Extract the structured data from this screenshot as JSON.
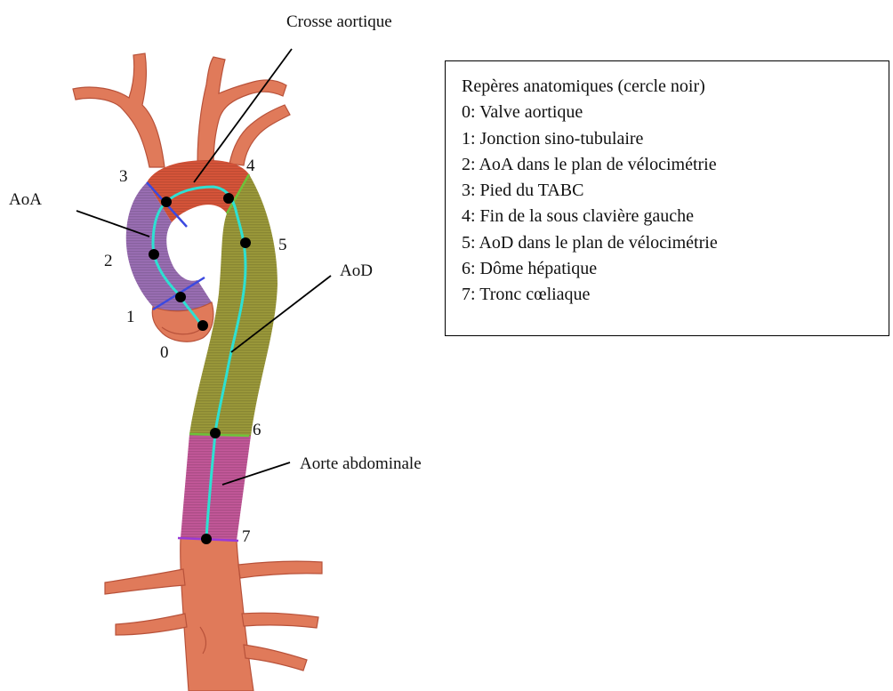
{
  "labels": {
    "crosse": "Crosse aortique",
    "aoa": "AoA",
    "aod": "AoD",
    "abdominale": "Aorte abdominale"
  },
  "landmark_numbers": [
    "0",
    "1",
    "2",
    "3",
    "4",
    "5",
    "6",
    "7"
  ],
  "legend": {
    "title": "Repères anatomiques (cercle noir)",
    "items": [
      "0: Valve aortique",
      "1: Jonction sino-tubulaire",
      "2: AoA dans le plan de vélocimétrie",
      "3: Pied du TABC",
      "4: Fin de la sous clavière gauche",
      "5: AoD dans le plan de vélocimétrie",
      "6: Dôme hépatique",
      "7: Tronc cœliaque"
    ]
  },
  "colors": {
    "vessel": "#e07a5a",
    "vessel_outline": "#b8523a",
    "aoa_segment": "#9b6fb5",
    "crosse_segment": "#d9553a",
    "aod_segment": "#9c9a3a",
    "abdominal_segment": "#c4589a",
    "centerline": "#2ee0d2",
    "blue_boundary": "#3b49e0",
    "green_boundary": "#6dc23a",
    "purple_boundary": "#9a3ad6"
  }
}
